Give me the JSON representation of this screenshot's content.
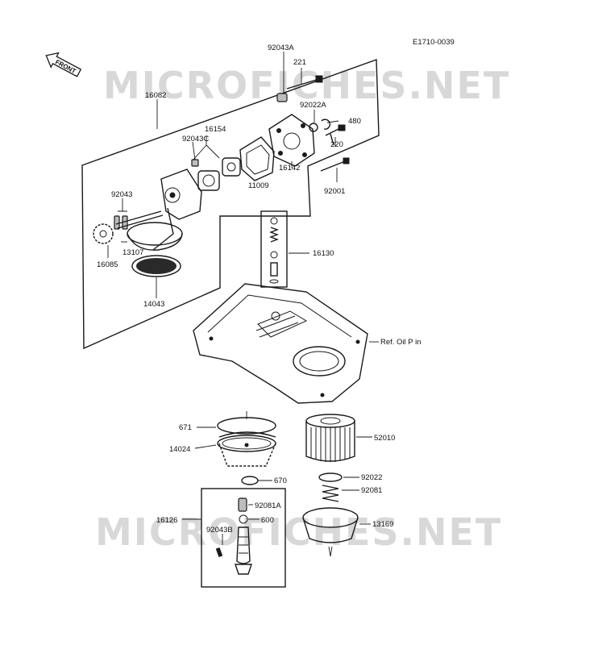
{
  "diagram": {
    "code": "E1710-0039",
    "front_label": "FRONT",
    "watermark_text": "MICROFICHES.NET",
    "ref_label": "Ref. Oil P in",
    "colors": {
      "ink": "#1a1a1a",
      "watermark": "#d8d8d8",
      "background": "#ffffff"
    },
    "parts": {
      "p92043A": "92043A",
      "p221": "221",
      "p16082": "16082",
      "p92022A": "92022A",
      "p480": "480",
      "p16154": "16154",
      "p92043C": "92043C",
      "p220": "220",
      "p16142": "16142",
      "p11009": "11009",
      "p92001": "92001",
      "p92043": "92043",
      "p13107": "13107",
      "p16085": "16085",
      "p16130": "16130",
      "p14043": "14043",
      "p671": "671",
      "p52010": "52010",
      "p14024": "14024",
      "p92022": "92022",
      "p670": "670",
      "p92081": "92081",
      "p16126": "16126",
      "p92081A": "92081A",
      "p600": "600",
      "p13169": "13169",
      "p92043B": "92043B"
    }
  }
}
